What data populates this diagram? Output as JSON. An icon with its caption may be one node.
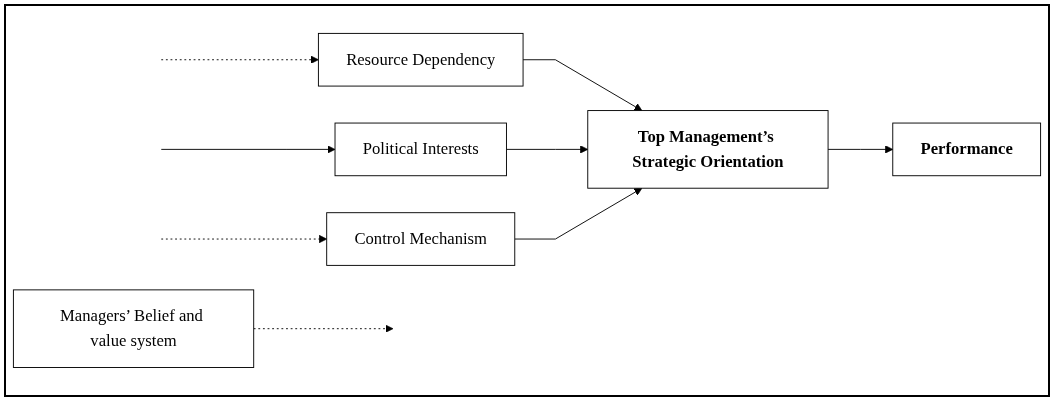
{
  "diagram": {
    "nodes": [
      {
        "text": [
          "Resource Dependency"
        ]
      },
      {
        "text": [
          "Political Interests"
        ]
      },
      {
        "text": [
          "Control Mechanism"
        ]
      },
      {
        "text": [
          "Managers’ Belief and value system"
        ]
      },
      {
        "text": [
          "Top Management’s Strategic Orientation"
        ]
      },
      {
        "text": [
          "Performance"
        ]
      }
    ],
    "edges": [
      {
        "from": null,
        "to": 0,
        "arrow": "to",
        "style": "dashed"
      },
      {
        "from": null,
        "to": 1,
        "arrow": "to"
      },
      {
        "from": null,
        "to": 2,
        "arrow": "to",
        "style": "dashed"
      },
      {
        "from": 0,
        "to": 4,
        "arrow": "to"
      },
      {
        "from": 1,
        "to": 4,
        "arrow": "to"
      },
      {
        "from": 2,
        "to": 4,
        "arrow": "to"
      },
      {
        "from": 3,
        "to": null,
        "arrow": "to",
        "style": "dashed"
      },
      {
        "from": 4,
        "to": 5,
        "arrow": "to"
      }
    ]
  }
}
